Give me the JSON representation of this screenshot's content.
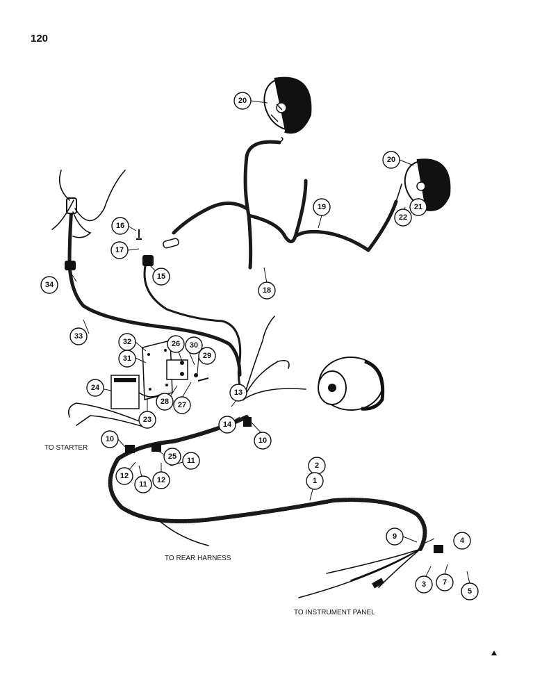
{
  "page_number": "120",
  "captions": {
    "to_starter": "TO STARTER",
    "to_rear_harness": "TO REAR HARNESS",
    "to_instrument_panel": "TO INSTRUMENT PANEL"
  },
  "callouts": [
    "20",
    "20",
    "16",
    "17",
    "15",
    "18",
    "19",
    "21",
    "22",
    "34",
    "33",
    "32",
    "31",
    "26",
    "30",
    "29",
    "24",
    "23",
    "28",
    "27",
    "13",
    "14",
    "10",
    "10",
    "25",
    "11",
    "12",
    "11",
    "12",
    "2",
    "1",
    "9",
    "4",
    "3",
    "7",
    "5"
  ]
}
